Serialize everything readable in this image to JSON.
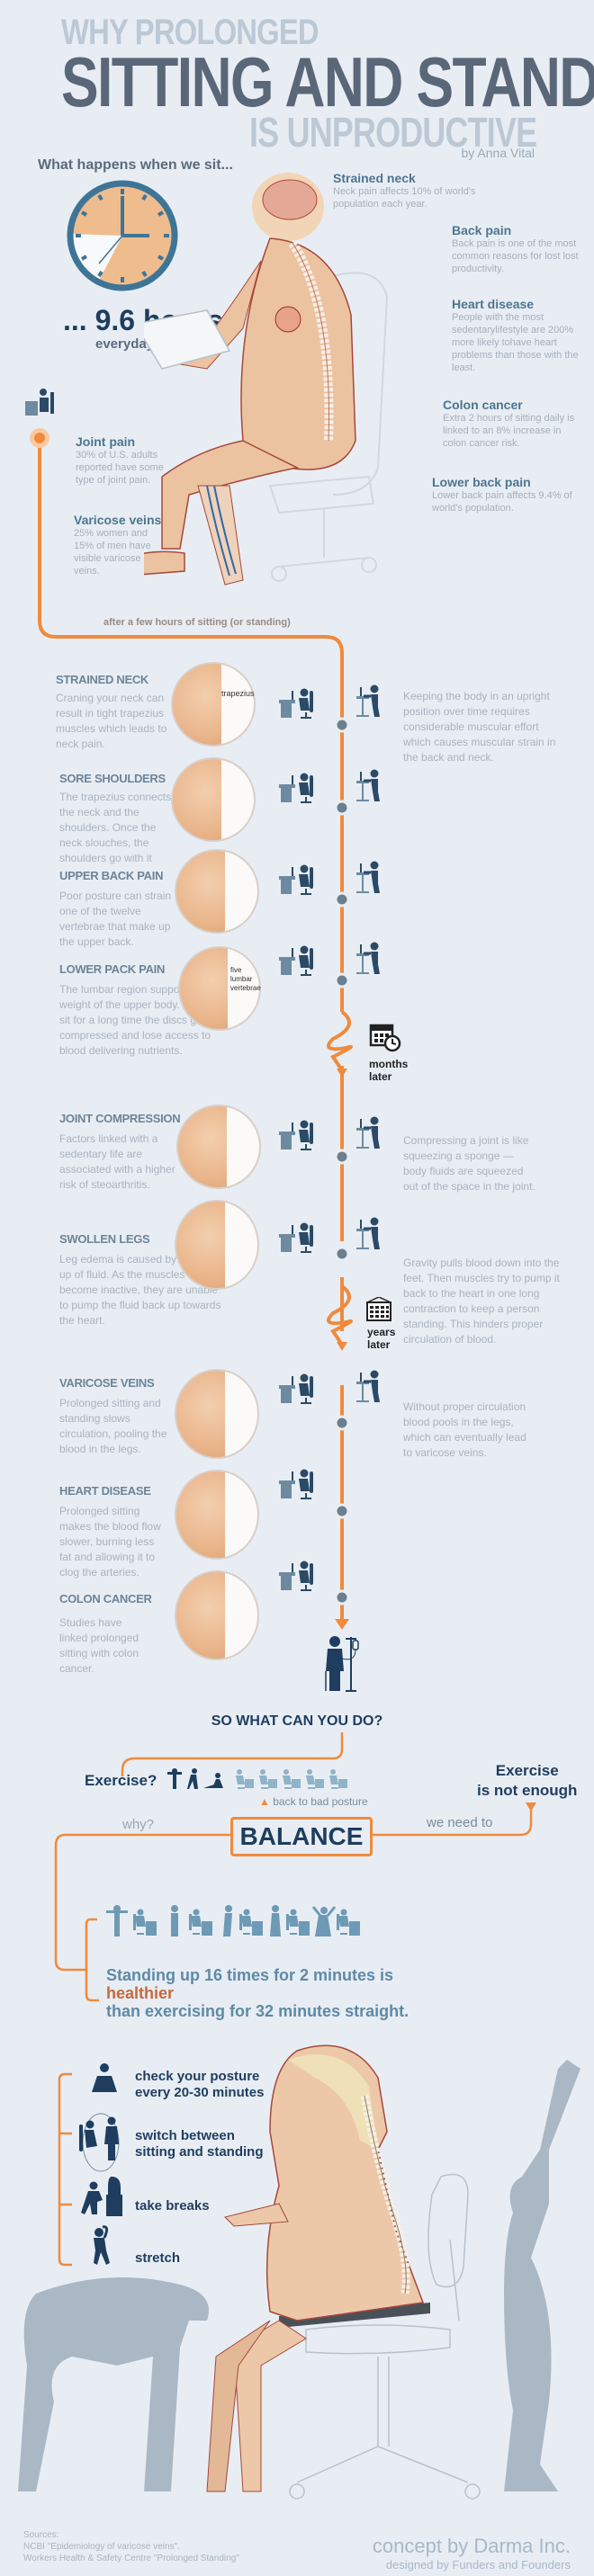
{
  "title": {
    "line1": "WHY PROLONGED",
    "line2": "SITTING AND STANDING",
    "line3": "IS UNPRODUCTIVE",
    "byline": "by Anna Vital"
  },
  "intro": {
    "question": "What happens when we sit...",
    "hours": "... 9.6 hours",
    "everyday": "everyday"
  },
  "callouts": [
    {
      "title": "Strained neck",
      "text": "Neck pain affects 10% of world's population each year."
    },
    {
      "title": "Back pain",
      "text": "Back pain is one of the most common reasons for lost lost productivity."
    },
    {
      "title": "Heart disease",
      "text": "People with the most sedentarylifestyle are 200% more likely tohave heart problems than those with the least."
    },
    {
      "title": "Colon cancer",
      "text": "Extra 2 hours of sitting daily is linked to an 8% increase in colon cancer risk."
    },
    {
      "title": "Lower back pain",
      "text": "Lower back pain affects 9.4% of world's population."
    },
    {
      "title": "Joint pain",
      "text": "30% of U.S. adults reported have some type of joint pain."
    },
    {
      "title": "Varicose veins",
      "text": "25% women and 15% of men have visible varicose veins."
    }
  ],
  "timeline": {
    "after_label": "after a few hours of sitting (or standing)",
    "months_later": [
      "months",
      "later"
    ],
    "years_later": [
      "years",
      "later"
    ],
    "accent_color": "#f08a3c"
  },
  "sections": [
    {
      "title": "STRAINED NECK",
      "text": "Craning your neck can result in tight trapezius muscles which leads to neck pain.",
      "circle_label": "trapezius",
      "right": "Keeping the body in an upright position over time requires considerable muscular effort which causes muscular strain in the back and neck."
    },
    {
      "title": "SORE SHOULDERS",
      "text": "The trapezius connects the neck and the shoulders. Once the neck slouches, the shoulders go with it",
      "circle_label": "",
      "right": ""
    },
    {
      "title": "UPPER BACK PAIN",
      "text": "Poor posture can strain one of the twelve vertebrae that make up the upper back.",
      "circle_label": "",
      "right": ""
    },
    {
      "title": "LOWER PACK PAIN",
      "text": "The lumbar region supports the weight of the upper body. When we sit for a long time the discs get compressed and lose access to blood delivering nutrients.",
      "circle_label": "five lumbar vertebrae",
      "right": ""
    },
    {
      "title": "JOINT COMPRESSION",
      "text": "Factors linked with a sedentary life are associated with a higher risk of steoarthritis.",
      "circle_label": "",
      "right": "Compressing a joint is like squeezing a sponge — body fluids are squeezed out of the space in the joint."
    },
    {
      "title": "SWOLLEN LEGS",
      "text": "Leg edema is caused by a build-up of fluid. As the muscles become inactive, they are unable to pump the fluid back up towards the heart.",
      "circle_label": "",
      "right": "Gravity pulls blood down into the feet. Then muscles try to pump it back to the heart in one long contraction to keep a person standing. This hinders proper circulation of blood."
    },
    {
      "title": "VARICOSE VEINS",
      "text": "Prolonged sitting and standing slows circulation, pooling the blood in the legs.",
      "circle_label": "",
      "right": "Without proper circulation blood pools in the legs, which can eventually lead to varicose veins."
    },
    {
      "title": "HEART DISEASE",
      "text": "Prolonged sitting makes the blood flow slower, burning less fat and allowing it to clog the arteries.",
      "circle_label": "",
      "right": ""
    },
    {
      "title": "COLON CANCER",
      "text": "Studies have linked prolonged sitting with colon cancer.",
      "circle_label": "",
      "right": ""
    }
  ],
  "solutions": {
    "question": "SO WHAT CAN YOU DO?",
    "exercise": "Exercise?",
    "back_to_bad": "back to bad posture",
    "not_enough_1": "Exercise",
    "not_enough_2": "is not enough",
    "why": "why?",
    "we_need_to": "we need to",
    "balance": "BALANCE",
    "stand_line1": "Standing up 16 times for 2 minutes is",
    "stand_highlight": "healthier",
    "stand_line3": "than exercising for 32 minutes straight."
  },
  "tips": [
    {
      "icon": "meditate-icon",
      "line1": "check your posture",
      "line2": "every 20-30 minutes"
    },
    {
      "icon": "sit-stand-switch-icon",
      "line1": "switch between",
      "line2": "sitting and standing"
    },
    {
      "icon": "coffee-break-icon",
      "line1": "take breaks",
      "line2": ""
    },
    {
      "icon": "stretch-icon",
      "line1": "stretch",
      "line2": ""
    }
  ],
  "footer": {
    "sources_label": "Sources:",
    "source1": "NCBI \"Epidemiology of varicose veins\".",
    "source2": "Workers Health & Safety Centre \"Prolonged Standing\"",
    "concept": "concept by Darma Inc.",
    "designed": "designed by Funders and Founders"
  }
}
